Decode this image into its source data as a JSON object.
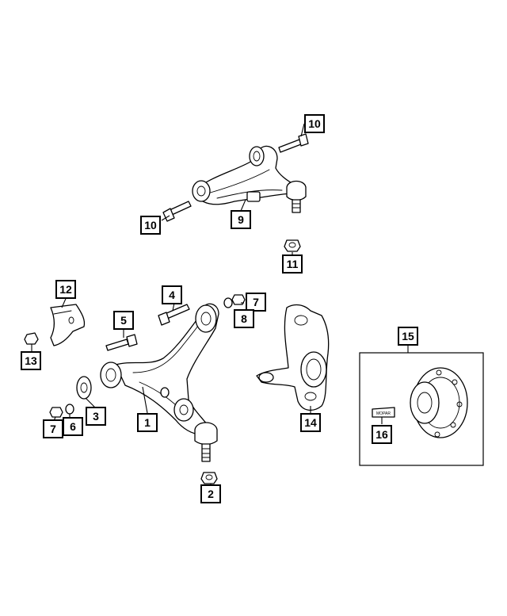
{
  "callouts": {
    "c1": "1",
    "c2": "2",
    "c3": "3",
    "c4": "4",
    "c5": "5",
    "c6": "6",
    "c7a": "7",
    "c7b": "7",
    "c8": "8",
    "c9": "9",
    "c10a": "10",
    "c10b": "10",
    "c11": "11",
    "c12": "12",
    "c13": "13",
    "c14": "14",
    "c15": "15",
    "c16": "16"
  },
  "hub_bolt_marking": "MOPAR"
}
